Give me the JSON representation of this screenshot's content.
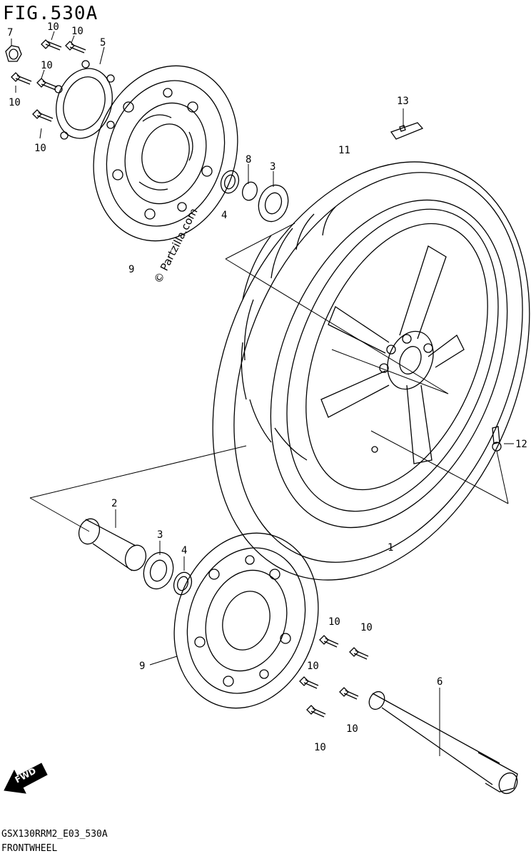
{
  "figure_title": "FIG.530A",
  "footer": {
    "code": "GSX130RRM2_E03_530A",
    "name": "FRONTWHEEL"
  },
  "watermark": "© Partzilla.com",
  "fwd_label": "FWD",
  "callouts": {
    "c1": "1",
    "c2": "2",
    "c3a": "3",
    "c3b": "3",
    "c4a": "4",
    "c4b": "4",
    "c5": "5",
    "c6": "6",
    "c7": "7",
    "c8": "8",
    "c9a": "9",
    "c9b": "9",
    "c10a": "10",
    "c10b": "10",
    "c10c": "10",
    "c10d": "10",
    "c10e": "10",
    "c10f": "10",
    "c10g": "10",
    "c10h": "10",
    "c10i": "10",
    "c10j": "10",
    "c11": "11",
    "c12": "12",
    "c13": "13"
  }
}
